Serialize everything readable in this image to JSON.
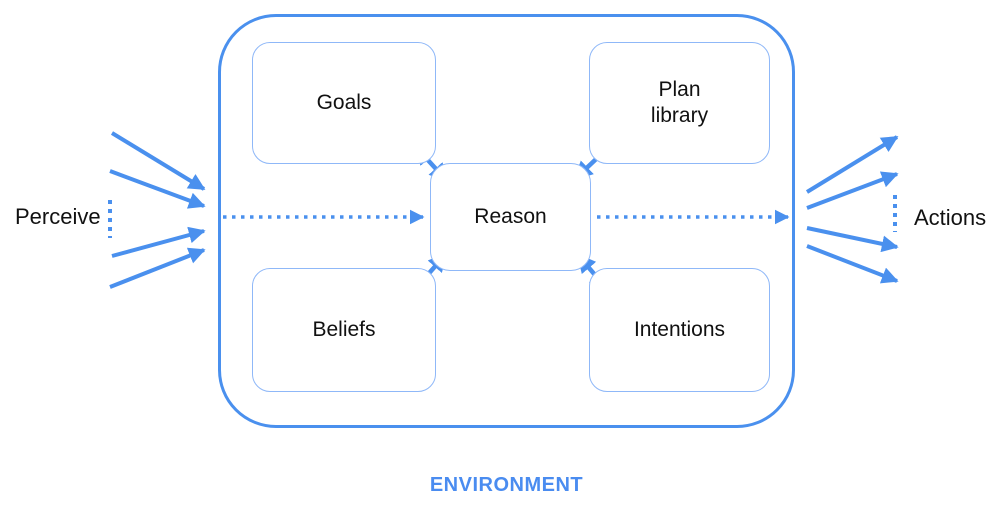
{
  "diagram": {
    "environment_label": "ENVIRONMENT",
    "perceive_label": "Perceive",
    "actions_label": "Actions",
    "boxes": {
      "goals": "Goals",
      "plan_library": "Plan\nlibrary",
      "reason": "Reason",
      "beliefs": "Beliefs",
      "intentions": "Intentions"
    },
    "connections": [
      {
        "from": "environment",
        "to": "agent",
        "label": "perceive-input-arrows",
        "style": "solid",
        "count": 4,
        "bidirectional": false
      },
      {
        "from": "agent-left-boundary",
        "to": "reason",
        "style": "dotted",
        "bidirectional": false
      },
      {
        "from": "goals",
        "to": "reason",
        "style": "solid",
        "bidirectional": true
      },
      {
        "from": "plan_library",
        "to": "reason",
        "style": "solid",
        "bidirectional": false
      },
      {
        "from": "beliefs",
        "to": "reason",
        "style": "solid",
        "bidirectional": true
      },
      {
        "from": "intentions",
        "to": "reason",
        "style": "solid",
        "bidirectional": true
      },
      {
        "from": "reason",
        "to": "agent-right-boundary",
        "style": "dotted",
        "bidirectional": false
      },
      {
        "from": "agent",
        "to": "environment",
        "label": "action-output-arrows",
        "style": "solid",
        "count": 4,
        "bidirectional": false
      }
    ],
    "colors": {
      "arrow_blue": "#4a90ee",
      "box_border_light": "#8fb8f8",
      "environment_text": "#4a8cf0",
      "label_text": "#111111",
      "canvas_bg": "#ffffff"
    }
  }
}
